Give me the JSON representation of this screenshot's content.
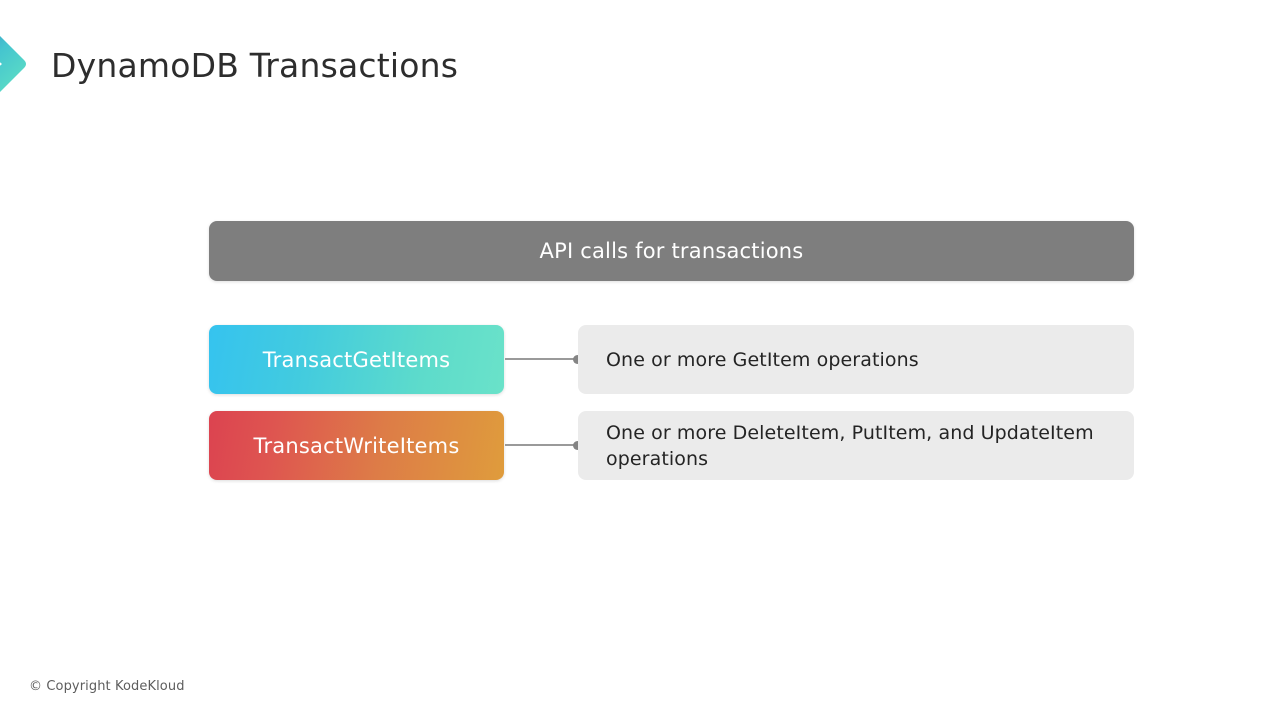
{
  "slide": {
    "title": "DynamoDB Transactions",
    "logo_icon": "chevron-right-icon",
    "footer": "© Copyright KodeKloud"
  },
  "diagram": {
    "header": {
      "label": "API calls for transactions",
      "color": "#7e7e7e"
    },
    "rows": [
      {
        "api_label": "TransactGetItems",
        "description": "One or more GetItem operations",
        "gradient_from": "#35c3ef",
        "gradient_to": "#6ae2c9",
        "panel_color": "#ebebeb",
        "connector_icon": "connector-line-dot-icon"
      },
      {
        "api_label": "TransactWriteItems",
        "description": "One or more DeleteItem, PutItem, and UpdateItem operations",
        "gradient_from": "#dc4350",
        "gradient_to": "#df9c3c",
        "panel_color": "#ebebeb",
        "connector_icon": "connector-line-dot-icon"
      }
    ]
  },
  "colors": {
    "title_text": "#2d2d2d",
    "body_text": "#242424",
    "footer_text": "#5d5d5d",
    "brand_teal": "#4fd6c4",
    "brand_blue": "#35a6c8"
  }
}
